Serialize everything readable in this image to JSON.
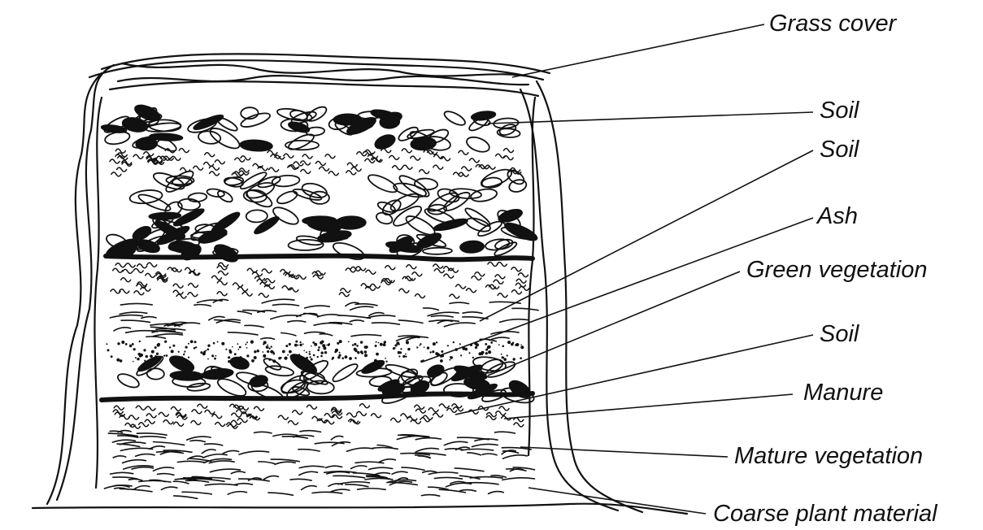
{
  "colors": {
    "ink": "#111111",
    "paper": "#ffffff"
  },
  "layers_top_to_bottom": [
    {
      "label": "Grass cover",
      "texture": "grass"
    },
    {
      "label": "Soil",
      "texture": "soil"
    },
    {
      "label": "Soil",
      "texture": "soil"
    },
    {
      "label": "Ash",
      "texture": "ash"
    },
    {
      "label": "Green vegetation",
      "texture": "leaves"
    },
    {
      "label": "Soil",
      "texture": "soil"
    },
    {
      "label": "Manure",
      "texture": "manure"
    },
    {
      "label": "Mature vegetation",
      "texture": "mature"
    },
    {
      "label": "Coarse plant material",
      "texture": "coarse"
    }
  ]
}
